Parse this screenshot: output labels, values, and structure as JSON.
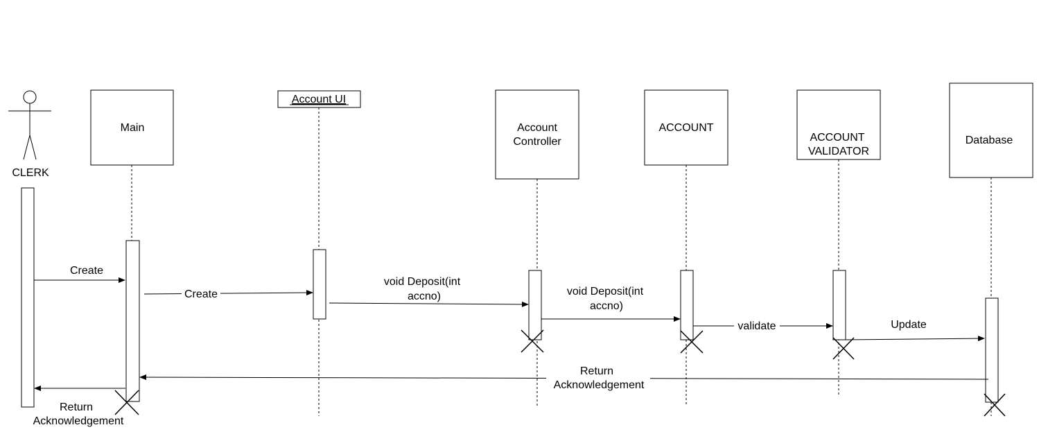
{
  "actor": {
    "name": "CLERK"
  },
  "participants": {
    "main": "Main",
    "account_ui": "Account UI",
    "account_controller": [
      "Account",
      "Controller"
    ],
    "account": "ACCOUNT",
    "account_validator": [
      "ACCOUNT",
      "VALIDATOR"
    ],
    "database": "Database"
  },
  "messages": {
    "create_1": "Create",
    "create_2": "Create",
    "deposit_1": [
      "void Deposit(int",
      "accno)"
    ],
    "deposit_2": [
      "void Deposit(int",
      "accno)"
    ],
    "validate": "validate",
    "update": "Update",
    "return_db": [
      "Return",
      "Acknowledgement"
    ],
    "return_clerk": [
      "Return",
      "Acknowledgement"
    ]
  }
}
